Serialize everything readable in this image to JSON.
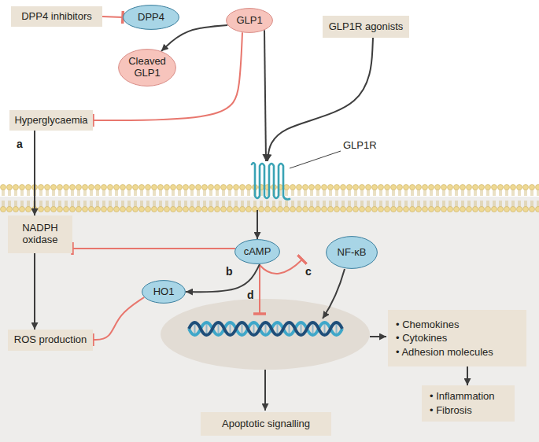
{
  "diagram": {
    "nodes": [
      {
        "text": [
          "DPP4 inhibitors"
        ]
      },
      {
        "text": [
          "DPP4"
        ]
      },
      {
        "text": [
          "GLP1"
        ]
      },
      {
        "text": [
          "GLP1R agonists"
        ]
      },
      {
        "text": [
          "Cleaved GLP1"
        ]
      },
      {
        "text": [
          "Hyperglycaemia"
        ]
      },
      {
        "text": [
          "GLP1R"
        ]
      },
      {
        "text": [
          "NADPH oxidase"
        ]
      },
      {
        "text": [
          "cAMP"
        ]
      },
      {
        "text": [
          "NF-κB"
        ]
      },
      {
        "text": [
          "HO1"
        ]
      },
      {
        "text": [
          "ROS production"
        ]
      },
      {
        "text": [
          "• Chemokines",
          "• Cytokines",
          "• Adhesion molecules"
        ]
      },
      {
        "text": [
          "Apoptotic signalling"
        ]
      },
      {
        "text": [
          "• Inflammation",
          "• Fibrosis"
        ]
      }
    ],
    "edges": [
      {
        "from": 0,
        "to": 1,
        "arrow": "to"
      },
      {
        "from": 2,
        "to": 4,
        "arrow": "to"
      },
      {
        "from": 2,
        "to": 5,
        "arrow": "to"
      },
      {
        "from": 2,
        "to": 6,
        "arrow": "to"
      },
      {
        "from": 3,
        "to": 6,
        "arrow": "to"
      },
      {
        "from": 5,
        "to": 7,
        "label": "a",
        "arrow": "to"
      },
      {
        "from": 6,
        "to": 8,
        "arrow": "to"
      },
      {
        "from": 8,
        "to": 7,
        "arrow": "to"
      },
      {
        "from": 7,
        "to": 11,
        "arrow": "to"
      },
      {
        "from": 8,
        "to": 10,
        "label": "b",
        "arrow": "to"
      },
      {
        "from": 10,
        "to": 11,
        "arrow": "to"
      },
      {
        "from": 12,
        "to": 14,
        "arrow": "to"
      }
    ],
    "labels": [
      "c",
      "d"
    ]
  }
}
